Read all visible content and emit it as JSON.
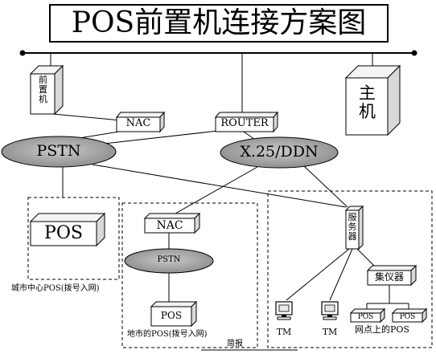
{
  "title": "POS前置机连接方案图",
  "nodes": {
    "front_end": [
      "前",
      "置",
      "机"
    ],
    "host": [
      "主",
      "机"
    ],
    "nac_top": "NAC",
    "router": "ROUTER",
    "pstn_main": "PSTN",
    "x25": "X.25/DDN",
    "pos_city": "POS",
    "city_caption": "城市中心POS(拨号入网)",
    "nac_local": "NAC",
    "pstn_local": "PSTN",
    "pos_local": "POS",
    "local_caption": "地市的POS(拨号入网)",
    "server": [
      "服",
      "务",
      "器"
    ],
    "concentrator": "集仪器",
    "tm1": "TM",
    "tm2": "TM",
    "pos_a": "POS",
    "pos_b": "POS",
    "outlet_caption": "网点上的POS",
    "footer": "简报"
  }
}
